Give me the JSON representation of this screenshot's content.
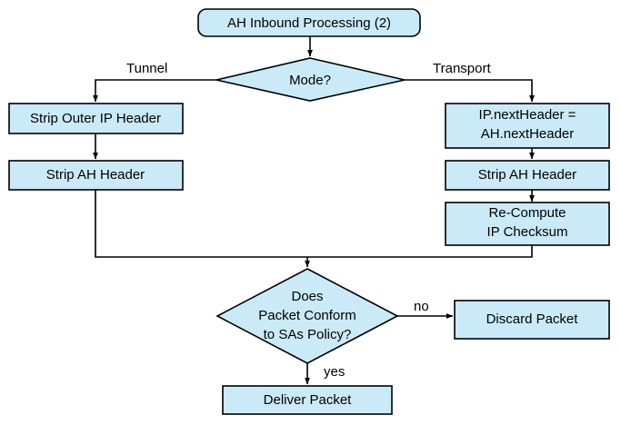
{
  "diagram": {
    "title": "AH Inbound Processing (2)",
    "background_color": "#ffffff",
    "node_fill_color": "#cbeaf8",
    "node_border_color": "#000000",
    "nodes": {
      "start": {
        "label": "AH Inbound Processing (2)",
        "shape": "rounded-rect"
      },
      "mode_decision": {
        "label": "Mode?",
        "shape": "diamond"
      },
      "strip_outer_ip_header": {
        "label": "Strip Outer IP Header",
        "shape": "rect"
      },
      "strip_ah_header_tunnel": {
        "label": "Strip AH Header",
        "shape": "rect"
      },
      "ip_next_header": {
        "line1": "IP.nextHeader =",
        "line2": "AH.nextHeader",
        "shape": "rect"
      },
      "strip_ah_header_transport": {
        "label": "Strip AH Header",
        "shape": "rect"
      },
      "recompute_checksum": {
        "line1": "Re-Compute",
        "line2": "IP Checksum",
        "shape": "rect"
      },
      "policy_decision": {
        "line1": "Does",
        "line2": "Packet Conform",
        "line3": "to SAs Policy?",
        "shape": "diamond"
      },
      "discard_packet": {
        "label": "Discard Packet",
        "shape": "rect"
      },
      "deliver_packet": {
        "label": "Deliver Packet",
        "shape": "rect"
      }
    },
    "edge_labels": {
      "tunnel": "Tunnel",
      "transport": "Transport",
      "no": "no",
      "yes": "yes"
    }
  }
}
